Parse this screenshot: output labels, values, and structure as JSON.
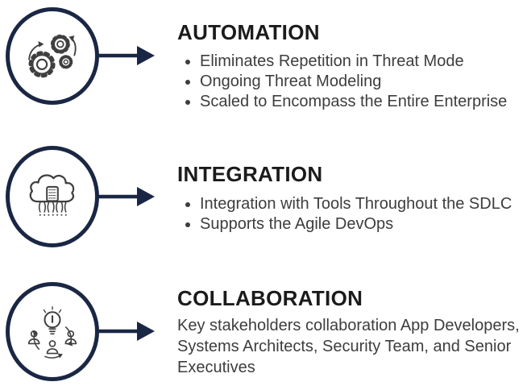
{
  "background": "#ffffff",
  "theme": {
    "accent_navy": "#1a2744",
    "icon_stroke": "#3f3f3f",
    "title_color": "#1b1b1b",
    "body_color": "#3d3d3d"
  },
  "sections": [
    {
      "id": "automation",
      "icon": "gears-automation-icon",
      "title": "AUTOMATION",
      "bullets": [
        "Eliminates Repetition in Threat Mode",
        "Ongoing Threat Modeling",
        "Scaled to Encompass the Entire Enterprise"
      ]
    },
    {
      "id": "integration",
      "icon": "cloud-integration-icon",
      "title": "INTEGRATION",
      "bullets": [
        "Integration with Tools Throughout the SDLC",
        "Supports the Agile DevOps"
      ]
    },
    {
      "id": "collaboration",
      "icon": "team-collaboration-icon",
      "title": "COLLABORATION",
      "paragraph": "Key stakeholders collaboration App Developers, Systems Architects, Security Team, and Senior Executives"
    }
  ]
}
